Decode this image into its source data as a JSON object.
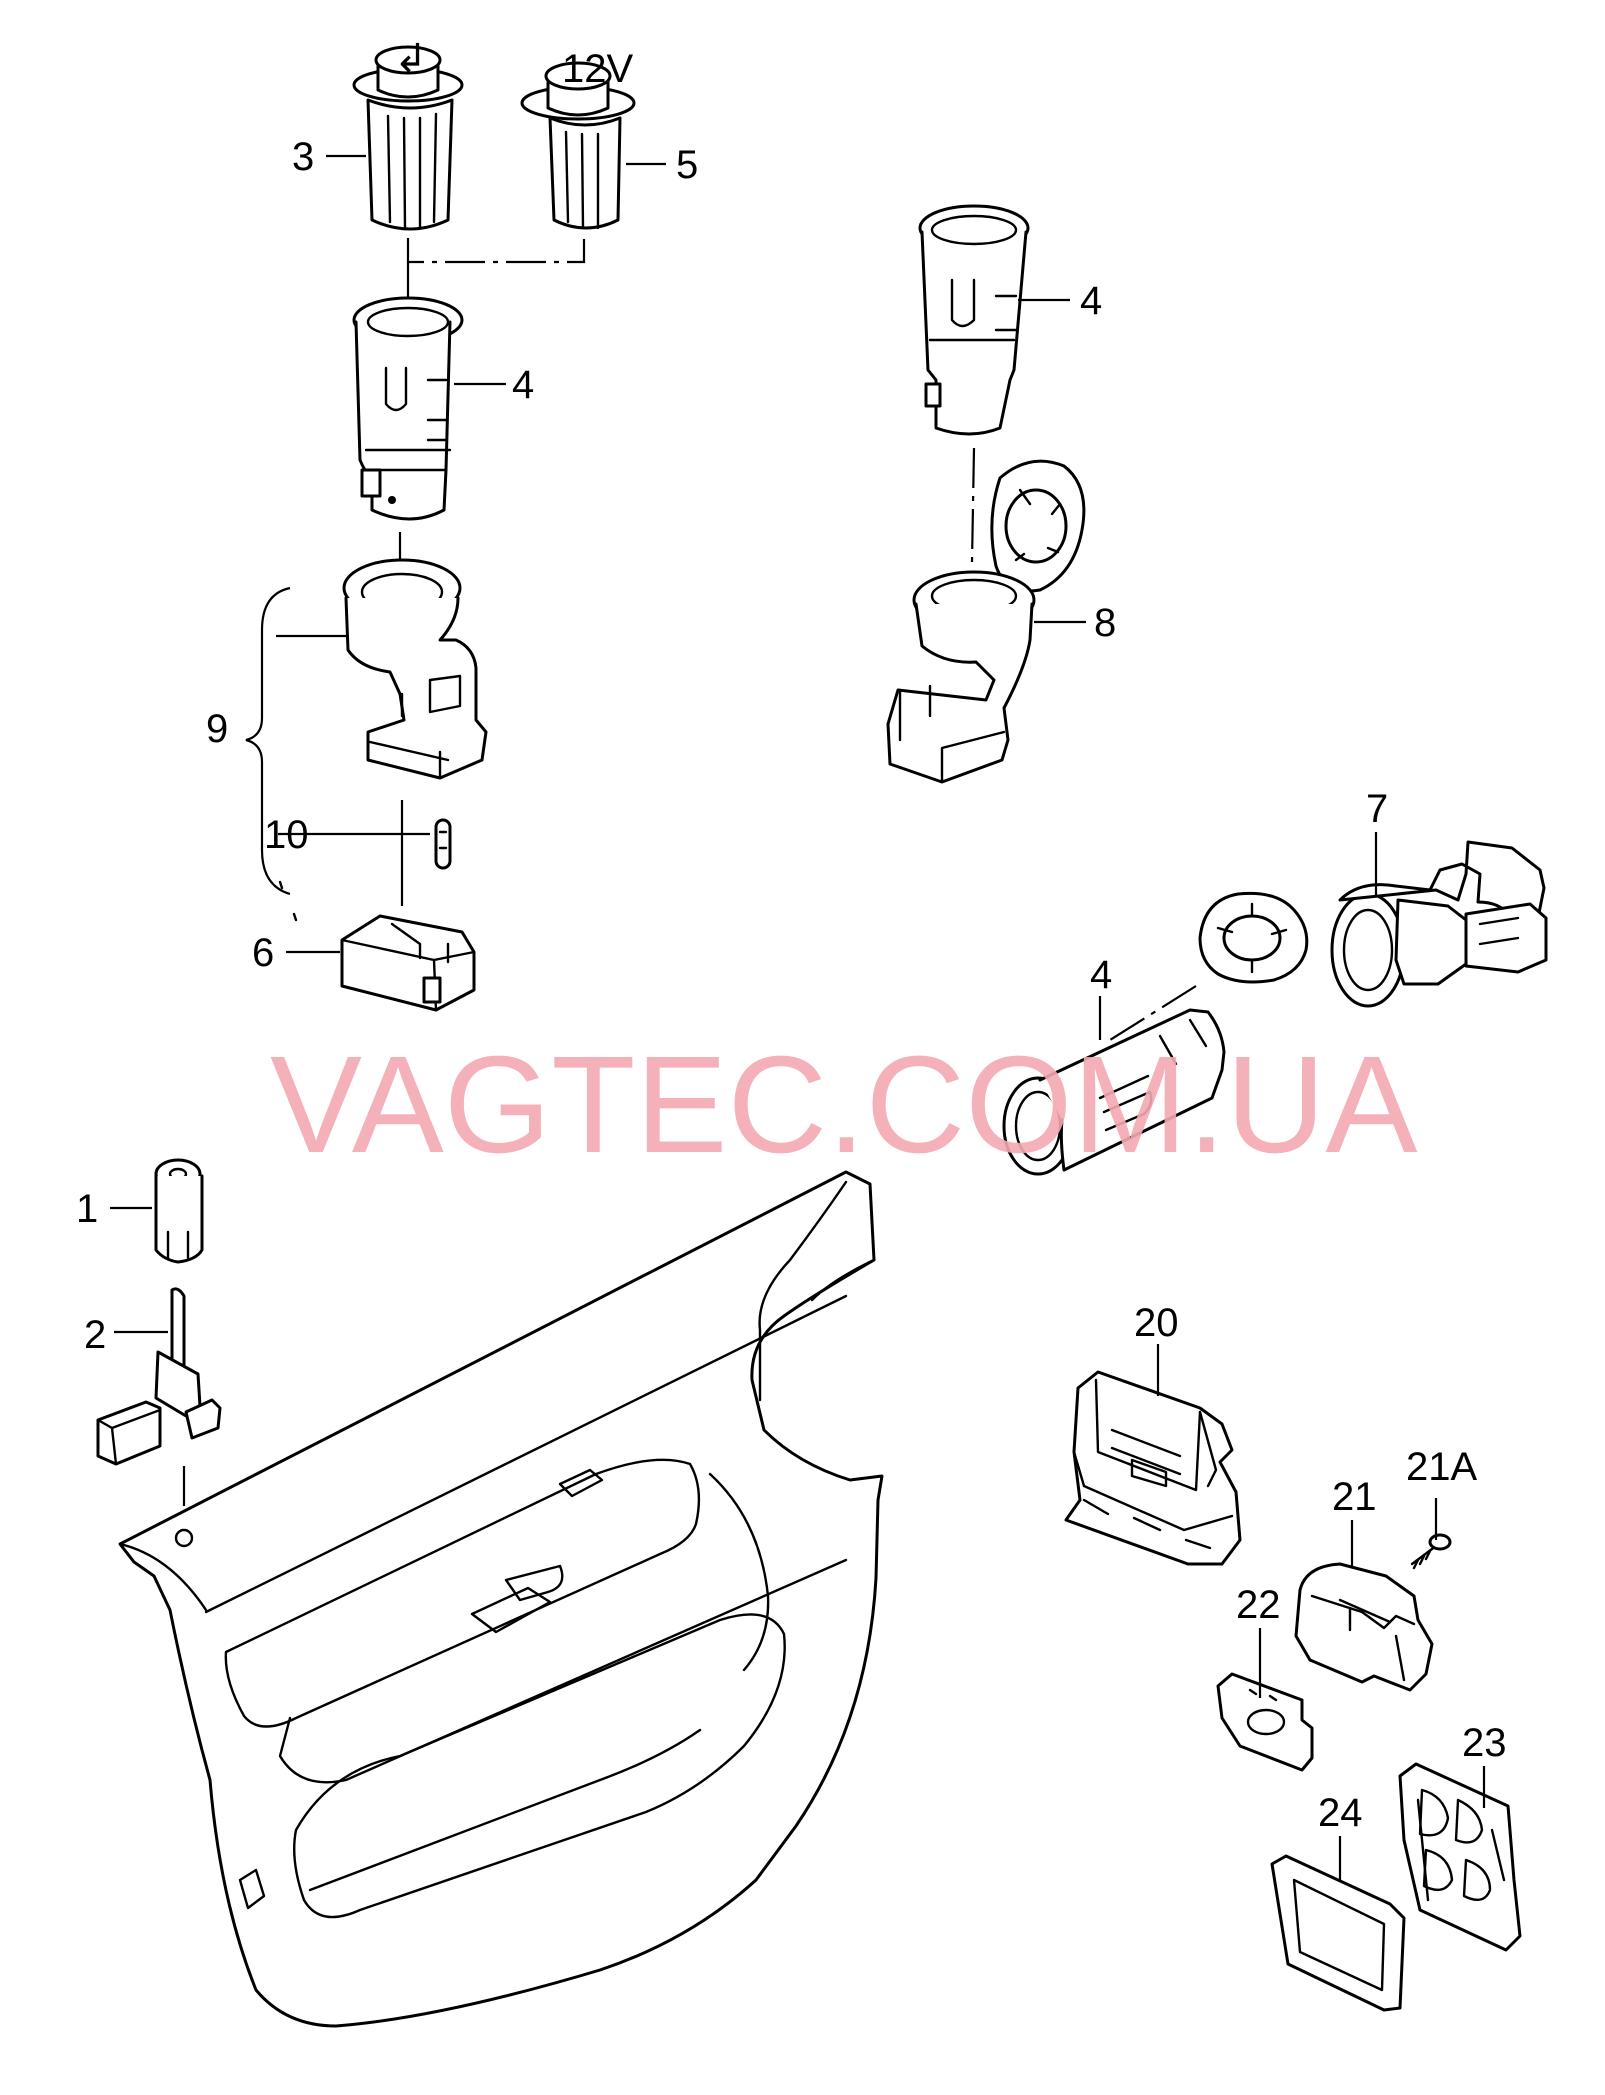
{
  "watermark": "VAGTEC.COM.UA",
  "callouts": {
    "c1": "1",
    "c2": "2",
    "c3": "3",
    "c4a": "4",
    "c4b": "4",
    "c4c": "4",
    "c5": "5",
    "c6": "6",
    "c7": "7",
    "c8": "8",
    "c9": "9",
    "c10": "10",
    "c20": "20",
    "c21": "21",
    "c21a": "21A",
    "c22": "22",
    "c23": "23",
    "c24": "24"
  },
  "parts": {
    "p3_cap_marking": "↲",
    "p5_cap_marking": "12V"
  },
  "colors": {
    "watermark": "#f4a9b2",
    "line": "#000000",
    "background": "#ffffff"
  }
}
